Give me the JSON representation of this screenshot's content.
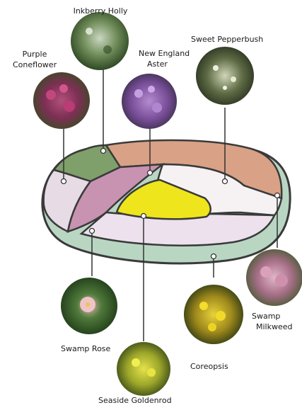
{
  "labels": {
    "inkberry_holly": "Inkberry Holly",
    "purple_coneflower_1": "Purple",
    "purple_coneflower_2": "Coneflower",
    "new_england_aster_1": "New England",
    "new_england_aster_2": "Aster",
    "sweet_pepperbush": "Sweet Pepperbush",
    "swamp_milkweed_1": "Swamp",
    "swamp_milkweed_2": "Milkweed",
    "swamp_rose": "Swamp Rose",
    "coreopsis": "Coreopsis",
    "seaside_goldenrod": "Seaside Goldenrod"
  },
  "colors": {
    "outline": "#3a3a3a",
    "green_bed": "#7fa06a",
    "orange_bed": "#d9a186",
    "lavender_bed": "#e7dbe6",
    "pink_bed": "#c892b1",
    "white_bed": "#f6f2f3",
    "yellow_bed": "#eee51c",
    "sage_ring": "#b9d6c3"
  }
}
